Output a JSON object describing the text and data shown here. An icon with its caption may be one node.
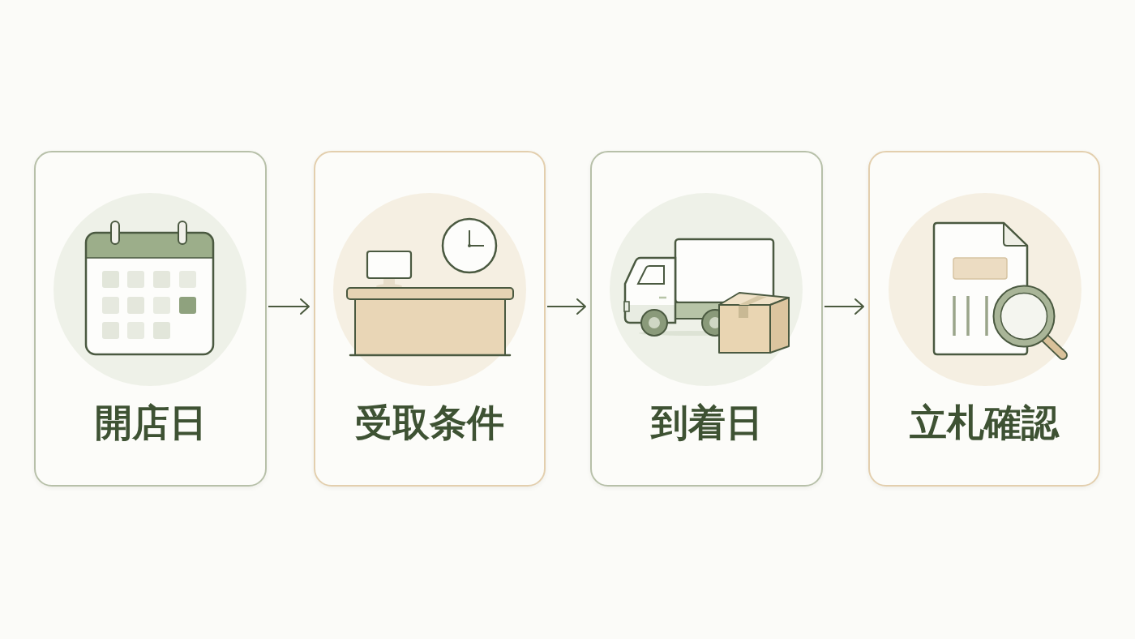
{
  "diagram": {
    "nodes": [
      {
        "text": [
          "開店日"
        ]
      },
      {
        "text": [
          "受取条件"
        ]
      },
      {
        "text": [
          "到着日"
        ]
      },
      {
        "text": [
          "立札確認"
        ]
      }
    ],
    "edges": [
      {
        "from": 0,
        "to": 1,
        "arrow": "to"
      },
      {
        "from": 1,
        "to": 2,
        "arrow": "to"
      },
      {
        "from": 2,
        "to": 3,
        "arrow": "to"
      }
    ]
  }
}
